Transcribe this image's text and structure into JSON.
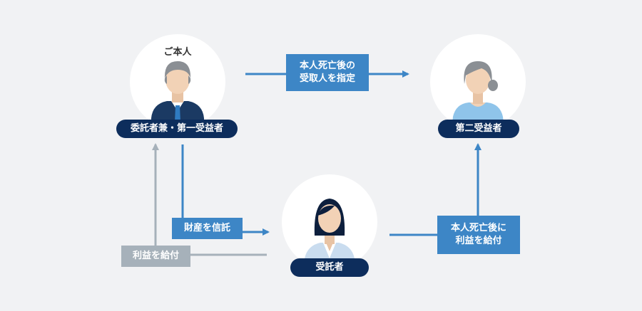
{
  "nodes": {
    "principal": {
      "caption": "ご本人",
      "label": "委託者兼・第一受益者"
    },
    "second_beneficiary": {
      "label": "第二受益者"
    },
    "trustee": {
      "label": "受託者"
    }
  },
  "flows": {
    "designate": {
      "line1": "本人死亡後の",
      "line2": "受取人を指定"
    },
    "entrust": {
      "label": "財産を信託"
    },
    "benefit": {
      "label": "利益を給付"
    },
    "after_death_benefit": {
      "line1": "本人死亡後に",
      "line2": "利益を給付"
    }
  },
  "colors": {
    "background": "#f1f2f4",
    "navy": "#0d2d5c",
    "blue": "#3d86c6",
    "gray": "#a6b1ba",
    "white": "#ffffff"
  }
}
